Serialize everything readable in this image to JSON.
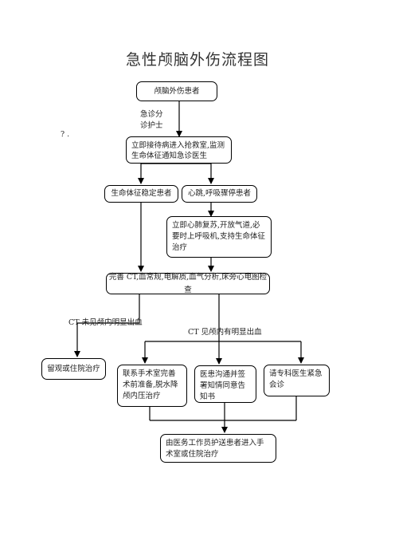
{
  "title": "急性颅脑外伤流程图",
  "nodes": {
    "start": "颅脑外伤患者",
    "triage": "急诊分\n诊护士",
    "marker": "?  .",
    "receive": "立即接待病进入抢救室,监测生命体征通知急诊医生",
    "stable": "生命体征稳定患者",
    "arrest": "心跳,呼吸骤停患者",
    "cpr": "立即心肺复苏,开放气道,必要时上呼吸机,支持生命体征治疗",
    "exam": "完善 CT,血常规,电解质,血气分析,床旁心电图检查",
    "observe": "留观或住院治疗",
    "surgery_prep": "联系手术室完善术前准备,脱水降颅内压治疗",
    "consent": "医患沟通并签署知情同意告知书",
    "consult": "请专科医生紧急会诊",
    "transfer": "由医务工作员护送患者进入手术室或住院治疗"
  },
  "edge_labels": {
    "ct_negative": "CT 未见颅内明显出血",
    "ct_positive": "CT 见颅内有明显出血"
  }
}
